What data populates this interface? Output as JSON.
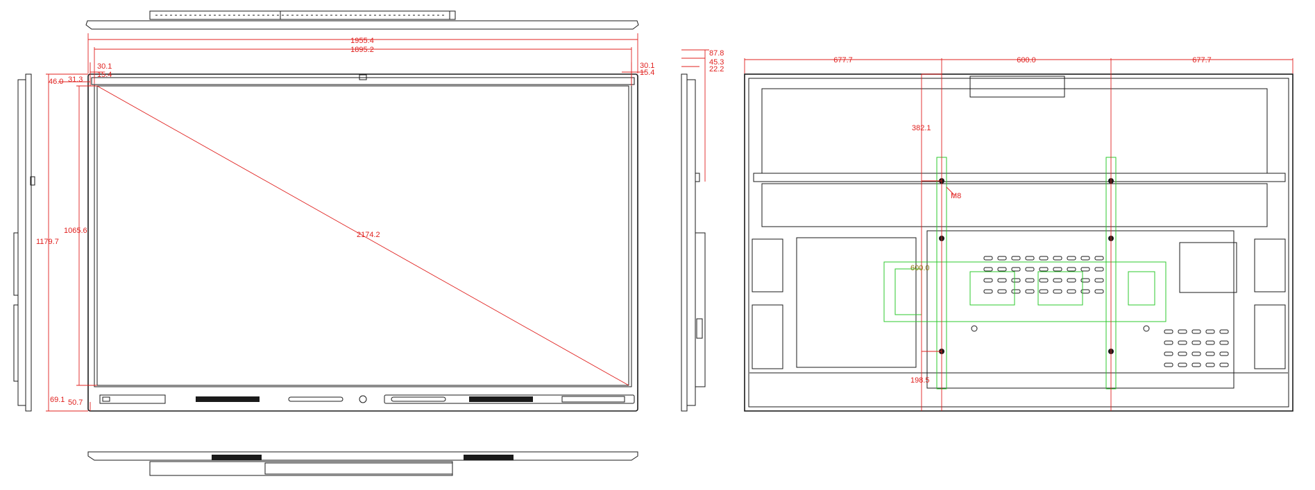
{
  "front_dims": {
    "overall_width": "1955.4",
    "active_width": "1895.2",
    "top_border_a": "30.1",
    "top_border_b": "15.4",
    "left_border_a": "46.0",
    "left_border_b": "31.3",
    "overall_height": "1179.7",
    "active_height": "1065.6",
    "diagonal": "2174.2",
    "bottom_border_a": "69.1",
    "bottom_border_b": "50.7",
    "right_top_a": "30.1",
    "right_top_b": "15.4"
  },
  "side_dims": {
    "depth_max": "87.8",
    "depth_mid": "45.3",
    "depth_min": "22.2"
  },
  "back_dims": {
    "left_span": "677.7",
    "vesa_span": "600.0",
    "right_span": "677.7",
    "top_to_mount": "382.1",
    "screw": "M8",
    "vesa_vertical": "600.0",
    "bottom_to_mount": "198.5"
  }
}
